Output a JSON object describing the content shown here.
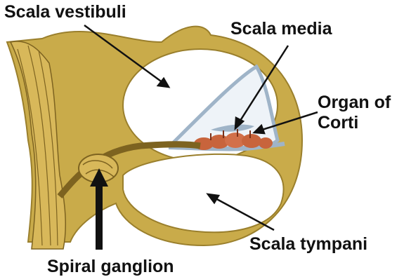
{
  "labels": {
    "scala_vestibuli": "Scala vestibuli",
    "scala_media": "Scala media",
    "organ_of_corti_line1": "Organ of",
    "organ_of_corti_line2": "Corti",
    "scala_tympani": "Scala tympani",
    "spiral_ganglion": "Spiral ganglion"
  },
  "colors": {
    "bone": "#c9ab4a",
    "bone_outline": "#9a7f2c",
    "nerve": "#d8b85a",
    "nerve_stroke": "#7d6320",
    "membrane": "#9fb4c8",
    "corti": "#c8643c",
    "arrow": "#111111"
  }
}
